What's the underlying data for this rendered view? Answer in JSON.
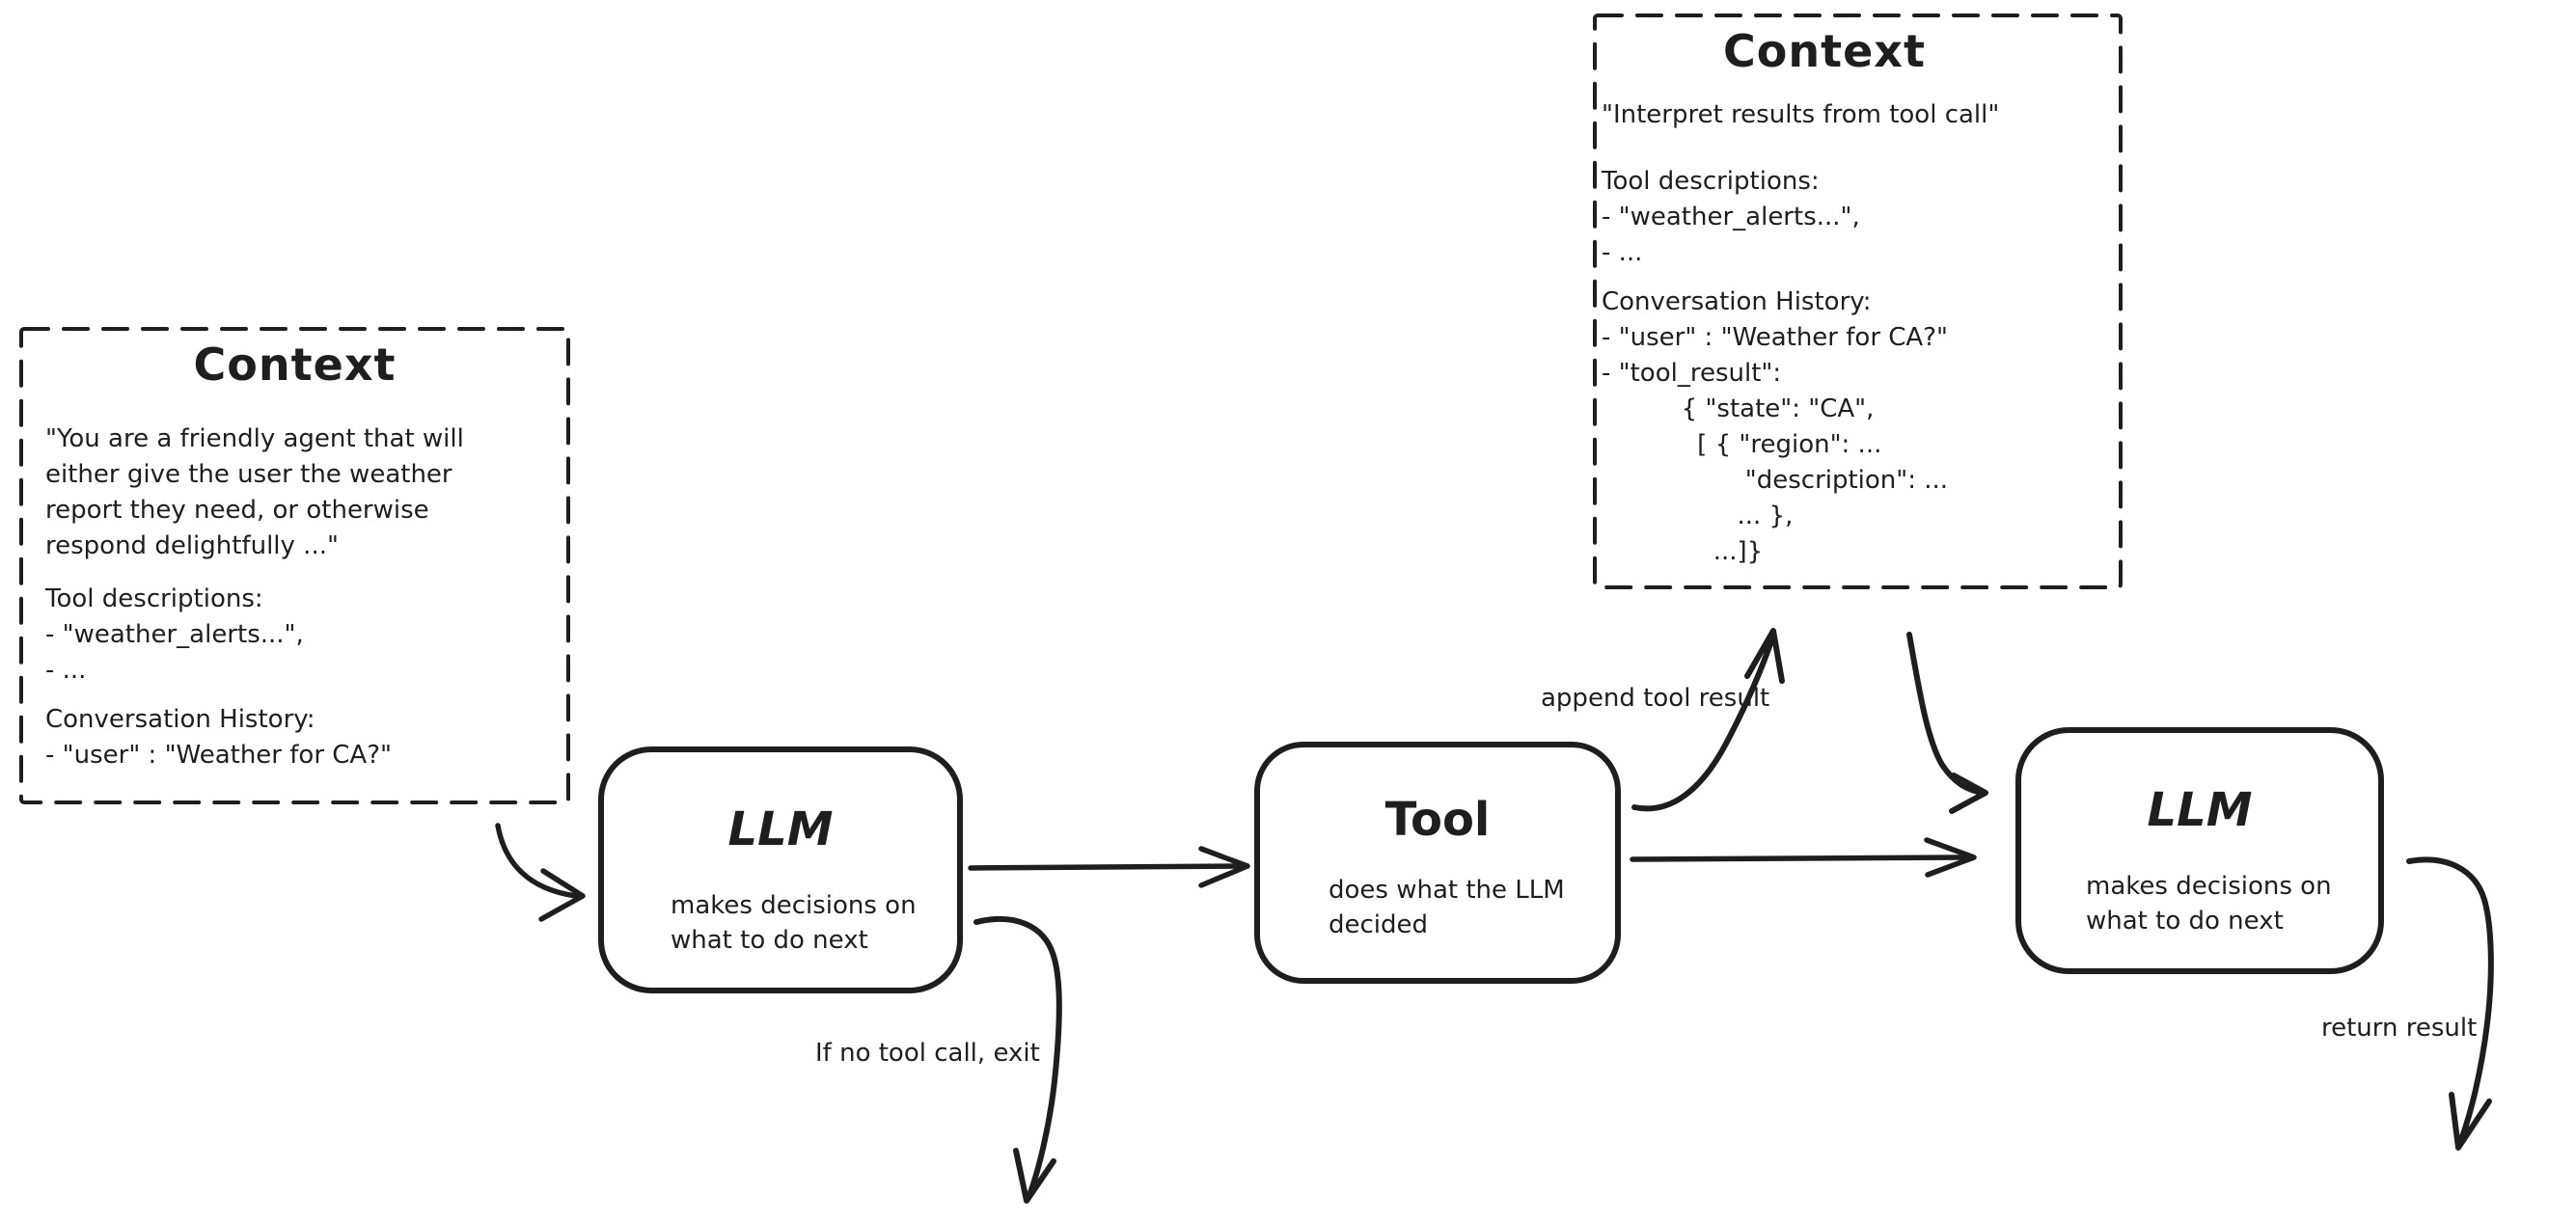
{
  "palette": {
    "ink": "#1e1e1e",
    "background": "#ffffff"
  },
  "left_context_box": {
    "title": "Context",
    "system_prompt": "\"You are a friendly agent that will\neither give the user the weather\nreport they need, or otherwise\nrespond delightfully ...\"",
    "tool_descriptions": "Tool descriptions:\n- \"weather_alerts...\",\n- ...",
    "conversation_history": "Conversation History:\n- \"user\" : \"Weather for CA?\""
  },
  "result_context_box": {
    "title": "Context",
    "system_prompt": "\"Interpret results from tool call\"",
    "tool_descriptions": "Tool descriptions:\n- \"weather_alerts...\",\n- ...",
    "conversation_history": "Conversation History:\n- \"user\" : \"Weather for CA?\"\n- \"tool_result\":\n          { \"state\": \"CA\",\n            [ { \"region\": ...\n                  \"description\": ...\n                 ... },\n              ...]}"
  },
  "nodes": {
    "llm_1": {
      "title": "LLM",
      "description": "makes decisions on\nwhat to do next"
    },
    "tool": {
      "title": "Tool",
      "description": "does what the LLM\ndecided"
    },
    "llm_2": {
      "title": "LLM",
      "description": "makes decisions on\nwhat to do next"
    }
  },
  "edge_labels": {
    "append_tool_result": "append tool result",
    "no_tool_call_exit": "If no tool call, exit",
    "return_result": "return result"
  }
}
